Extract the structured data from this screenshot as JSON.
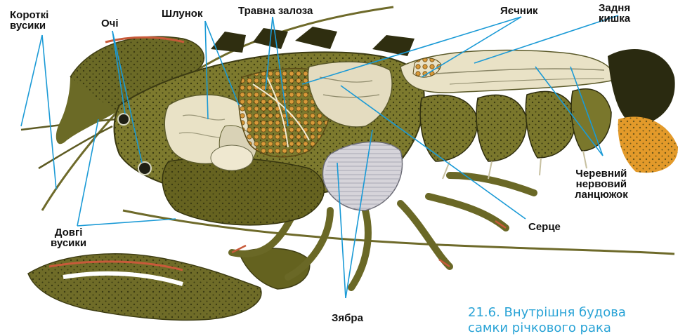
{
  "labels": {
    "short_antennae": [
      "Короткі",
      "вусики"
    ],
    "eyes": "Очі",
    "stomach": "Шлунок",
    "digestive_gland": "Травна залоза",
    "ovary": "Яєчник",
    "hindgut": [
      "Задня",
      "кишка"
    ],
    "ventral_nerve_cord": [
      "Черевний",
      "нервовий",
      "ланцюжок"
    ],
    "heart": "Серце",
    "long_antennae": [
      "Довгі",
      "вусики"
    ],
    "gills": "Зябра"
  },
  "caption": {
    "number": "21.6.",
    "text": "Внутрішня будова",
    "text2": "самки річкового рака"
  },
  "colors": {
    "leader_line": "#1a9ad6",
    "caption": "#29a3d6",
    "body_olive": "#7d7a2e",
    "body_dark": "#4e4d1c",
    "organ_orange": "#d79a3b",
    "organ_cream": "#e9e2c6",
    "tail_orange": "#e39a2a",
    "claw_red": "#c85a3a"
  }
}
